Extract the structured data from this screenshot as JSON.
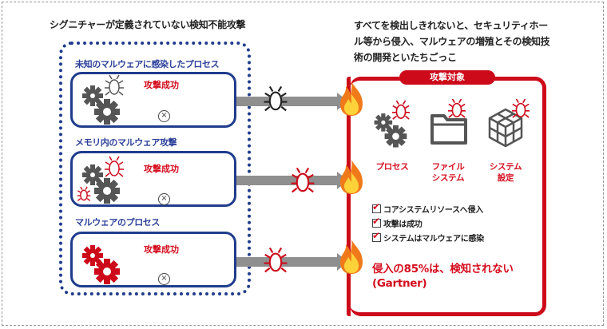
{
  "left": {
    "title": "シグニチャーが定義されていない検知不能攻撃",
    "groups": [
      {
        "label": "未知のマルウェアに感染したプロセス",
        "status": "攻撃成功",
        "result_icon": "cross-circle-icon",
        "bug_color": "black"
      },
      {
        "label": "メモリ内のマルウェア攻撃",
        "status": "攻撃成功",
        "result_icon": "cross-circle-icon",
        "bug_color": "red"
      },
      {
        "label": "マルウェアのプロセス",
        "status": "攻撃成功",
        "result_icon": "cross-circle-icon",
        "bug_color": "red"
      }
    ]
  },
  "right": {
    "title": "すべてを検出しきれないと、セキュリティホール等から侵入、マルウェアの増殖とその検知技術の開発といたちごっこ",
    "target_tab": "攻撃対象",
    "targets": [
      {
        "label": "プロセス",
        "icon": "gears-icon"
      },
      {
        "label": "ファイル\nシステム",
        "icon": "folder-icon"
      },
      {
        "label": "システム\n設定",
        "icon": "cube-grid-icon"
      }
    ],
    "checklist": [
      "コアシステムリソースへ侵入",
      "攻撃は成功",
      "システムはマルウェアに感染"
    ],
    "stat_line1": "侵入の85%は、検知されない",
    "stat_line2": "(Gartner)"
  },
  "colors": {
    "navy": "#1f3c8c",
    "red": "#cc0a1a",
    "gray": "#8f8f8f"
  }
}
